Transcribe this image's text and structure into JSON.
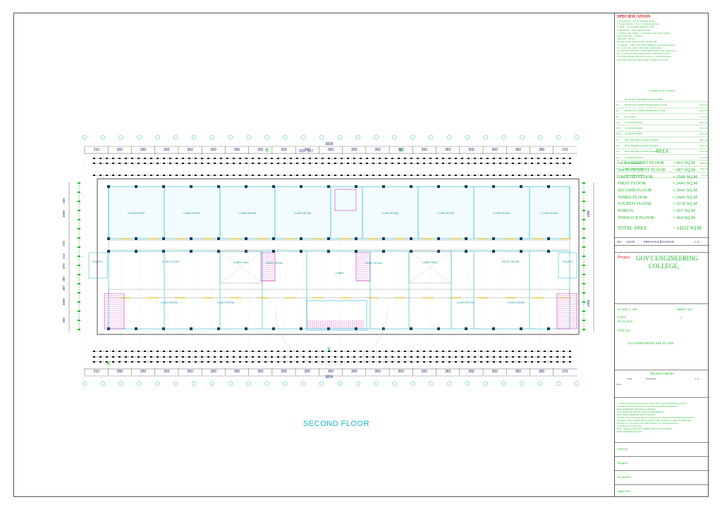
{
  "specification": {
    "title": "SPECIFICATION",
    "lines": [
      "1. Foundation :- as per structural design",
      "2. Superstructure :- R.C.C. framed structure",
      "3. Walls :- good quality masonry walls",
      "4. Plastering :- with cement mortar",
      "5. Lintels, sills, chajjas - ground floor upto floor height",
      "6. Flooring tiles - vitrified",
      "        bathroom - granite",
      "        & other rooms with non skid vitrified tiles",
      "7. Painting :- walls with plastic emulsion over cement plaster",
      "   two coats over primer with white cement putty",
      "8. Steel hand rail grills :- with enamel paints over primer coat",
      "   R.C.C.work with anti fungal paints of approved colours",
      "10. Sloping drains with dado work etc - outside drainage",
      "   steel mesh with anti fungal paints of approved colours"
    ],
    "sub_title": "SCHEDULE OF JOINERY"
  },
  "schedule": [
    {
      "code": "",
      "desc": "Door & UPVC FRAMED GLAZED DOOR",
      "size": ""
    },
    {
      "code": "D1",
      "desc": "PANELLED WOODEN DOOR DOUBLE LEAF",
      "size": "150 x 210"
    },
    {
      "code": "D2",
      "desc": "PANELLED WOODEN DOOR SINGLE LEAF",
      "size": "100 x 210"
    },
    {
      "code": "D3",
      "desc": "PVC DOOR",
      "size": "75 x 210"
    },
    {
      "code": "GW",
      "desc": "GLAZED WINDOW",
      "size": "300 x 150"
    },
    {
      "code": "GW1",
      "desc": "GLAZED WINDOW",
      "size": "150 x 150"
    },
    {
      "code": "GW2",
      "desc": "GLAZED WINDOW",
      "size": "120 x 150"
    },
    {
      "code": "W1",
      "desc": "UPVC FRAMED GLAZED WINDOW",
      "size": "240 x 150"
    },
    {
      "code": "W2",
      "desc": "UPVC FRAMED GLAZED WINDOW",
      "size": "180 x 150"
    },
    {
      "code": "W3",
      "desc": "UPVC FRAMED GLAZED WINDOW",
      "size": "150 x 150"
    },
    {
      "code": "KW",
      "desc": "KITCHEN WINDOW",
      "size": "120 x 100"
    },
    {
      "code": "V",
      "desc": "UPVC VENTILATOR",
      "size": "060 x 90"
    },
    {
      "code": "V1",
      "desc": "UPVC VENTILATOR",
      "size": "060 x 45"
    },
    {
      "code": "V2",
      "desc": "UPVC VENTILATOR",
      "size": "45 x 45"
    }
  ],
  "area": {
    "title": "AREA",
    "rows": [
      {
        "name": "1st BASEMENT FLOOR",
        "value": "= 941 SQ.M"
      },
      {
        "name": "2nd BASEMENT FLOOR",
        "value": "= 687 SQ.M"
      },
      {
        "name": "GROUND FLOOR",
        "value": "= 2568 SQ.M"
      },
      {
        "name": "FIRST FLOOR",
        "value": "= 2443 SQ.M"
      },
      {
        "name": "SECOND FLOOR",
        "value": "= 2443 SQ.M"
      },
      {
        "name": "THIRD FLOOR",
        "value": "= 2441 SQ.M"
      },
      {
        "name": "FOURTH FLOOR",
        "value": "= 2118 SQ.M"
      },
      {
        "name": "PORCH",
        "value": "= 107 SQ.M"
      },
      {
        "name": "TERRACE FLOOR",
        "value": "= 464 SQ.M"
      }
    ],
    "total_label": "TOTAL AREA",
    "total_value": "= 14212 SQ.M"
  },
  "revision_header": {
    "no": "NO",
    "date": "DATE",
    "revision": "PREVIOUS REVISION",
    "ca": "C.A"
  },
  "project": {
    "label": "Project:",
    "name_line1": "GOVT ENGINEERING",
    "name_line2": "COLLEGE,"
  },
  "meta": {
    "scale": "SCALE 1: 100",
    "sheet_label": "SHEET NO",
    "date_label": "DATE:",
    "date_value": "05.12.2018",
    "sheet_no": "5",
    "file_no": "FILE NO:",
    "dims_note": "ALL DIMENSIONS ARE IN CMS"
  },
  "revision_details": {
    "title": "Revision details",
    "sl": "Sl.no.",
    "date": "Date",
    "particulars": "Particulars",
    "ca": "C.A"
  },
  "notes": [
    "1. These drawings are the property of the Office of the Chief Architect,P.W.D.",
    "   Government of Kerala and not to be copies,reproduced,modified or",
    "   made unauthorized use without permission.",
    "2. No dimensions shall be scaled off from drawings.",
    "   Only written dimensions shall be followed.",
    "3. In the event of any discrepancies between any architectural drawings and structural",
    "   drawings or other Engineering drawings or Site conditions or otherwise immediate",
    "   reference is to be made to the   Chief Architect for clarifications prior",
    "   to execution of work at site.",
    "Note :- Rules 3(2) & 4(2) of KMBR 1999 should be satisfied",
    "   before executing the project"
  ],
  "signatures": [
    "Drawn by",
    "Designed",
    "Reviewed by",
    "Approved by"
  ],
  "drawing": {
    "floor_title": "SECOND FLOOR",
    "overall_dim": "9836",
    "top_dims": [
      "210",
      "360",
      "360",
      "360",
      "360",
      "360",
      "360",
      "360",
      "360",
      "360",
      "360",
      "360",
      "360",
      "360",
      "360",
      "360",
      "360",
      "360",
      "360",
      "360",
      "210"
    ],
    "mid_dims": [
      "233",
      "127"
    ],
    "rooms": [
      "CLASS ROOM",
      "CLASS ROOM",
      "CLASS ROOM",
      "CLASS ROOM",
      "CLASS ROOM",
      "CLASS ROOM",
      "CLASS ROOM",
      "CLASS ROOM",
      "STUDY ROOM",
      "LOBBY HALL",
      "STAFF ROOM",
      "LOBBY",
      "STAFF ROOM",
      "LOBBY HALL",
      "STUDY ROOM",
      "CLASS ROOM",
      "CLASS ROOM",
      "CLASS ROOM",
      "CLASS ROOM",
      "TOILETS",
      "TOILETS"
    ],
    "left_dims": [
      "550",
      "1000",
      "270",
      "213",
      "870",
      "387",
      "387",
      "1000",
      "260"
    ],
    "right_dims": [
      "1000",
      "1000"
    ],
    "section_marks": [
      "K",
      "K",
      "K",
      "K"
    ]
  }
}
